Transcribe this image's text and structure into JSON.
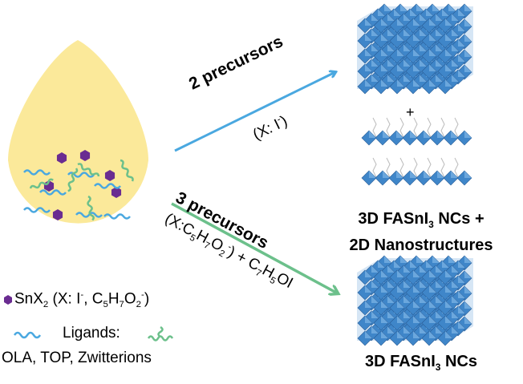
{
  "colors": {
    "droplet": "#fbe99a",
    "precursor": "#6a2c91",
    "ligand_blue": "#4aa8e0",
    "ligand_green": "#6cc08b",
    "arrow_blue": "#4aa8e0",
    "arrow_green": "#6cc08b",
    "crystal": "#3f86c9"
  },
  "route_2": {
    "title": "2 precursors",
    "condition_pre": "(X: I",
    "condition_sup": "-",
    "condition_post": ")"
  },
  "route_3": {
    "title": "3 precursors",
    "cond_a": "(X:C",
    "cond_a_sub1": "5",
    "cond_a_h": "H",
    "cond_a_sub2": "7",
    "cond_a_o": "O",
    "cond_a_sub3": "2",
    "cond_a_sup": "-",
    "cond_a_close": ")  +  C",
    "cond_b_sub1": "7",
    "cond_b_h": "H",
    "cond_b_sub2": "5",
    "cond_b_end": "OI"
  },
  "products": {
    "plus": "+",
    "mixed_line1_pre": "3D FASnI",
    "mixed_line1_sub": "3",
    "mixed_line1_post": " NCs +",
    "mixed_line2": "2D Nanostructures",
    "pure_pre": "3D FASnI",
    "pure_sub": "3",
    "pure_post": " NCs"
  },
  "legend": {
    "precursor_pre": "SnX",
    "precursor_sub": "2",
    "precursor_mid": " (X: I",
    "precursor_sup1": "-",
    "precursor_c": ", C",
    "precursor_sub5": "5",
    "precursor_h": "H",
    "precursor_sub7": "7",
    "precursor_o": "O",
    "precursor_sub2b": "2",
    "precursor_sup2": "-",
    "precursor_close": ")",
    "ligands_label": "Ligands:",
    "ligands_list": "OLA, TOP, Zwitterions"
  }
}
